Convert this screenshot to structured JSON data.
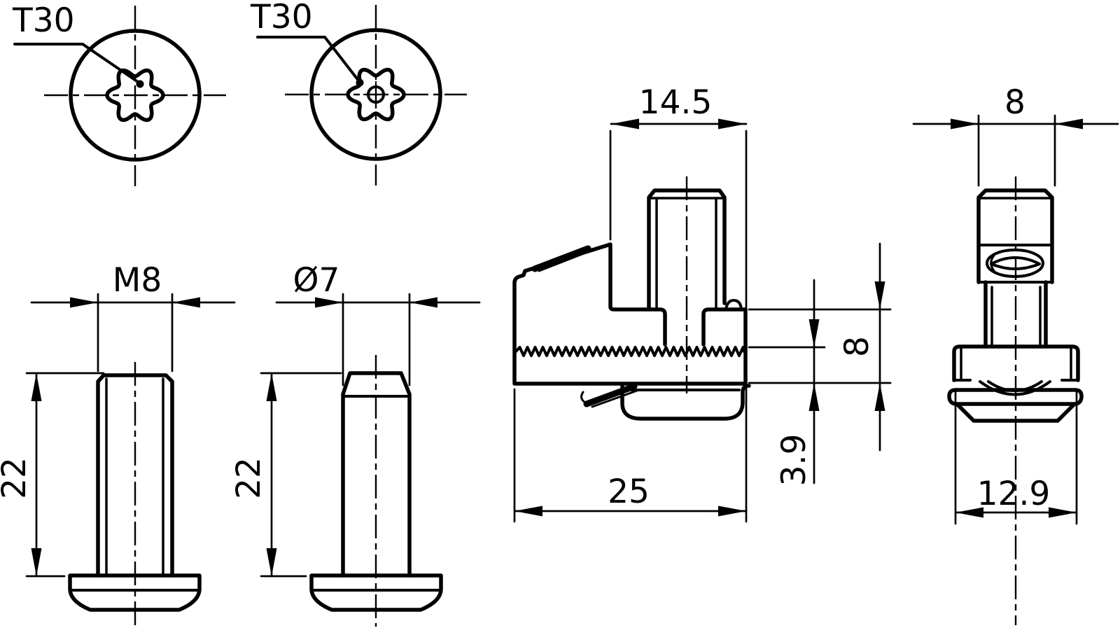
{
  "drawing": {
    "background": "#ffffff",
    "line_color": "#000000",
    "views": {
      "torx_head_a": {
        "drive_label": "T30"
      },
      "torx_head_b": {
        "drive_label": "T30"
      },
      "bolt_side": {
        "thread_label": "M8",
        "length_label": "22"
      },
      "pin_side": {
        "diameter_label": "Ø7",
        "length_label": "22"
      },
      "connector_side": {
        "slot_width_label": "14.5",
        "height_label": "8",
        "plate_label": "3.9",
        "base_width_label": "25"
      },
      "connector_front": {
        "width_label": "8",
        "nut_width_label": "12.9"
      }
    }
  }
}
